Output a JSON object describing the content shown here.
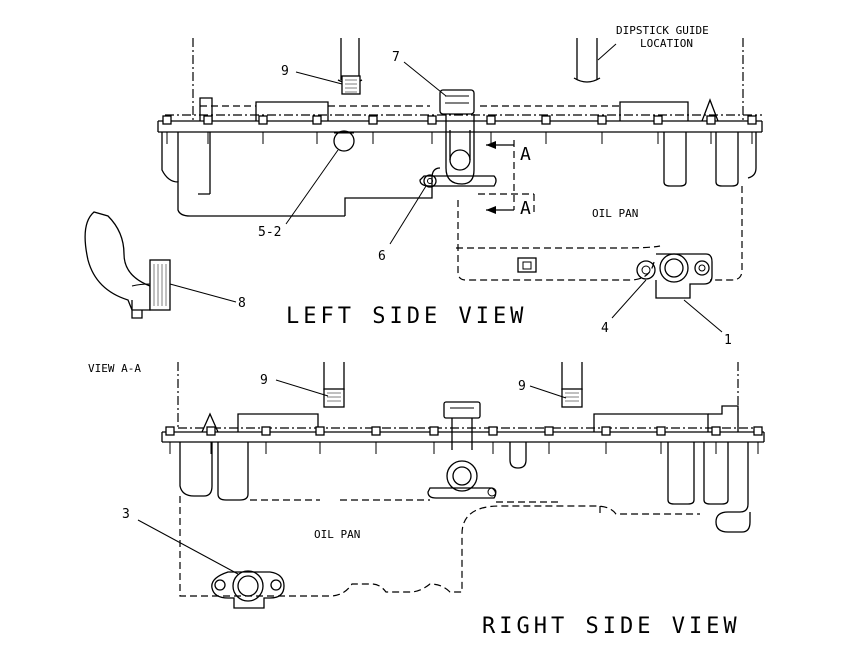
{
  "labels": {
    "dipstick_line1": "DIPSTICK GUIDE",
    "dipstick_line2": "LOCATION",
    "oil_pan_left": "OIL PAN",
    "oil_pan_right": "OIL PAN",
    "section_a_top": "A",
    "section_a_bottom": "A",
    "left_title": "LEFT SIDE VIEW",
    "right_title": "RIGHT SIDE VIEW",
    "view_aa": "VIEW A-A"
  },
  "callouts": {
    "c1": "1",
    "c3": "3",
    "c4": "4",
    "c5_2": "5-2",
    "c6": "6",
    "c7": "7",
    "c8": "8",
    "c9_left": "9",
    "c9_right_a": "9",
    "c9_right_b": "9"
  }
}
